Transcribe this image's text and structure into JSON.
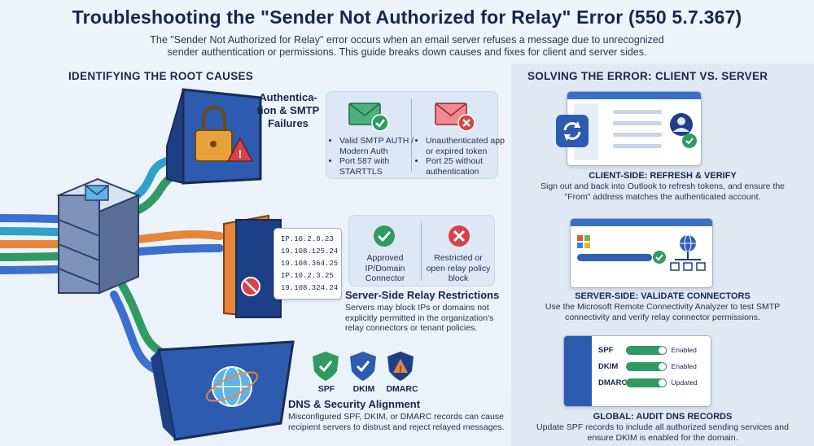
{
  "title": "Troubleshooting the \"Sender Not Authorized for Relay\" Error (550 5.7.367)",
  "intro": "The \"Sender Not Authorized for Relay\" error occurs when an email server refuses a message due to unrecognized sender authentication or permissions. This guide breaks down causes and fixes for client and server sides.",
  "left": {
    "heading": "IDENTIFYING THE ROOT CAUSES",
    "auth": {
      "title": "Authentica-\ntion & SMTP\nFailures",
      "good_items": [
        "Valid SMTP AUTH / Modern Auth",
        "Port 587 with STARTTLS"
      ],
      "bad_items": [
        "Unauthenticated app or expired token",
        "Port 25 without authentication"
      ]
    },
    "relay": {
      "ips": [
        "IP.10.2.8.23",
        "19.108.125.24",
        "19.108.364.25",
        "IP.10.2.3.25",
        "19.108.324.24"
      ],
      "approved": "Approved IP/Domain Connector",
      "restricted": "Restricted or open relay policy block",
      "title": "Server-Side Relay Restrictions",
      "body": "Servers may block IPs or domains not explicitly permitted in the organization's relay connectors or tenant policies."
    },
    "dns": {
      "shields": [
        "SPF",
        "DKIM",
        "DMARC"
      ],
      "title": "DNS & Security Alignment",
      "body": "Misconfigured SPF, DKIM, or DMARC records can cause recipient servers to distrust and reject relayed messages."
    }
  },
  "right": {
    "heading": "SOLVING THE ERROR: CLIENT VS. SERVER",
    "client": {
      "title": "CLIENT-SIDE: REFRESH & VERIFY",
      "body": "Sign out and back into Outlook to refresh tokens, and ensure the \"From\" address matches the authenticated account."
    },
    "server": {
      "title": "SERVER-SIDE: VALIDATE CONNECTORS",
      "body": "Use the Microsoft Remote Connectivity Analyzer to test SMTP connectivity and verify relay connector permissions."
    },
    "global": {
      "title": "GLOBAL: AUDIT DNS RECORDS",
      "body": "Update SPF records to include all authorized sending services and ensure DKIM is enabled for the domain.",
      "records": [
        {
          "name": "SPF",
          "status": "Enabled"
        },
        {
          "name": "DKIM",
          "status": "Enabled"
        },
        {
          "name": "DMARC",
          "status": "Updated"
        }
      ]
    }
  },
  "colors": {
    "navy": "#15264f",
    "blue": "#2f5fb8",
    "green": "#2f9a62",
    "red": "#d8434a",
    "orange": "#e8853a"
  }
}
